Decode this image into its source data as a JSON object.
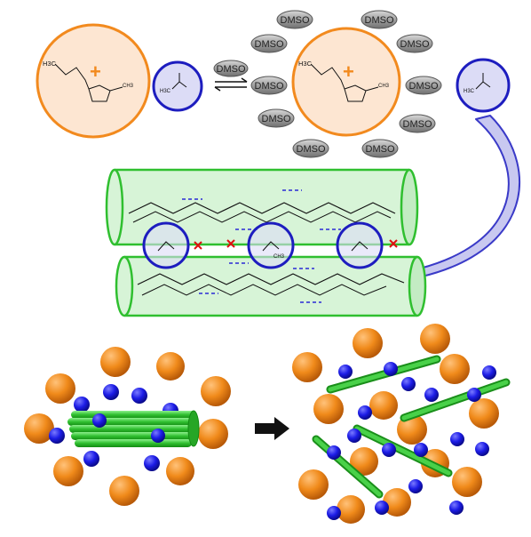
{
  "labels": {
    "dmso": "DMSO",
    "cation_left": "H3C",
    "cation_right": "CH3",
    "plus": "+",
    "anion_left": "H3C",
    "anion_methyl_inline": "CH3"
  },
  "colors": {
    "cation_ring": "#f28a1e",
    "cation_fill": "#fde6d2",
    "anion_ring": "#1d1dbf",
    "anion_fill": "#dcdcf6",
    "dmso_fill": "#8c8c8c",
    "cellulose_green": "#2fbf2f",
    "cylinder_fill": "#d7f4d7",
    "hbond_blue": "#2a2ad6",
    "broken_red": "#e01010",
    "sphere_orange": "#f08a1a",
    "sphere_blue": "#1c1ce6",
    "arrow_fill": "#c8c8f0",
    "arrow_stroke": "#3a3ac8"
  },
  "icons": {
    "equilibrium": "equilibrium-arrows-icon",
    "process": "right-arrow-icon",
    "broken_bond": "red-x-icon"
  }
}
